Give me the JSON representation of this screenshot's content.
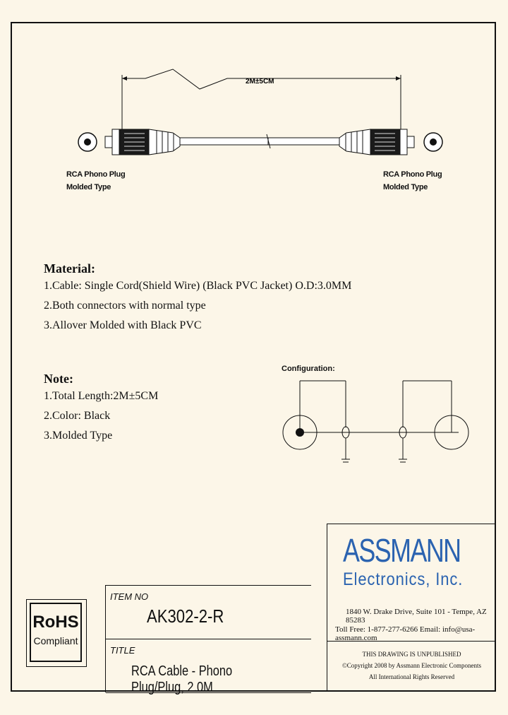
{
  "drawing": {
    "length_dim": "2M±5CM",
    "left_label": [
      "RCA Phono Plug",
      "Molded Type"
    ],
    "right_label": [
      "RCA Phono Plug",
      "Molded Type"
    ]
  },
  "material": {
    "title": "Material:",
    "lines": [
      "1.Cable: Single Cord(Shield Wire) (Black PVC Jacket) O.D:3.0MM",
      "2.Both connectors with normal type",
      "3.Allover Molded with Black PVC"
    ]
  },
  "note": {
    "title": "Note:",
    "lines": [
      "1.Total Length:2M±5CM",
      "2.Color: Black",
      "3.Molded Type"
    ]
  },
  "configuration": {
    "title": "Configuration:"
  },
  "title_block": {
    "item_no_label": "ITEM NO",
    "item_no": "AK302-2-R",
    "title_label": "TITLE",
    "title": "RCA Cable - Phono Plug/Plug, 2.0M"
  },
  "company": {
    "name": "ASSMANN",
    "sub": "Electronics, Inc.",
    "address": "1840 W. Drake Drive, Suite 101 - Tempe, AZ 85283",
    "contact": "Toll Free: 1-877-277-6266   Email: info@usa-assmann.com",
    "brand_color": "#2b63b0"
  },
  "legal": {
    "lines": [
      "THIS DRAWING IS UNPUBLISHED",
      "©Copyright 2008 by Assmann Electronic Components",
      "All International Rights Reserved"
    ]
  },
  "rohs": {
    "title": "RoHS",
    "sub": "Compliant"
  }
}
